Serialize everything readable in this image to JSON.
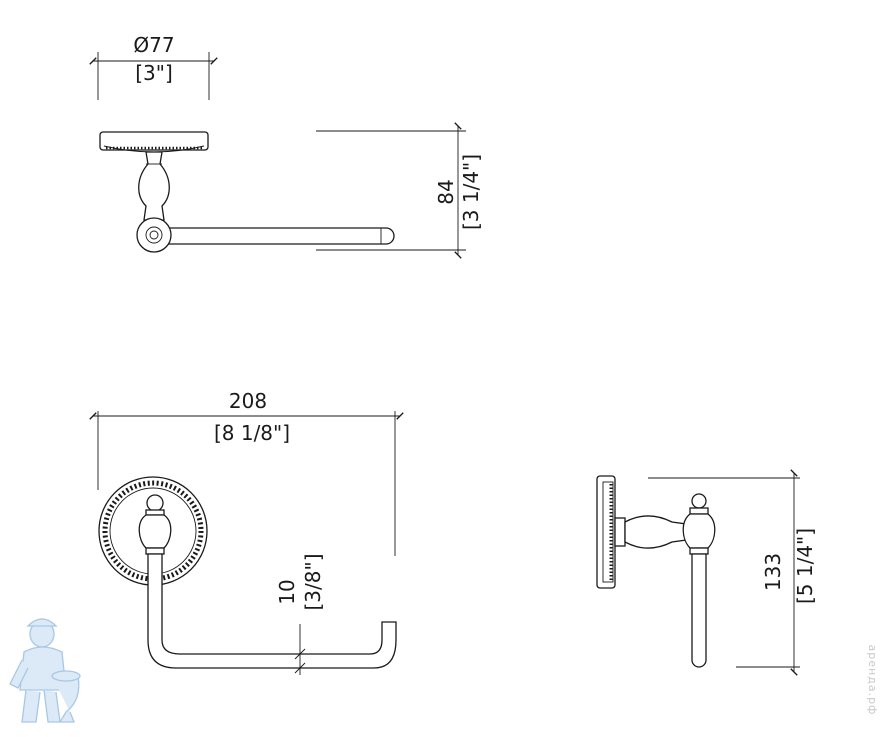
{
  "dimensions": {
    "diameter": {
      "mm": "Ø77",
      "inch": "[3\"]"
    },
    "projection": {
      "mm": "84",
      "inch": "[3 1/4\"]"
    },
    "width": {
      "mm": "208",
      "inch": "[8 1/8\"]"
    },
    "rod_gap": {
      "mm": "10",
      "inch": "[3/8\"]"
    },
    "height": {
      "mm": "133",
      "inch": "[5 1/4\"]"
    }
  },
  "watermark": {
    "text": "аренда.рф"
  },
  "colors": {
    "line": "#1a1a1a",
    "logo": "#a9c7e6",
    "watermark": "#c9c9c9"
  }
}
